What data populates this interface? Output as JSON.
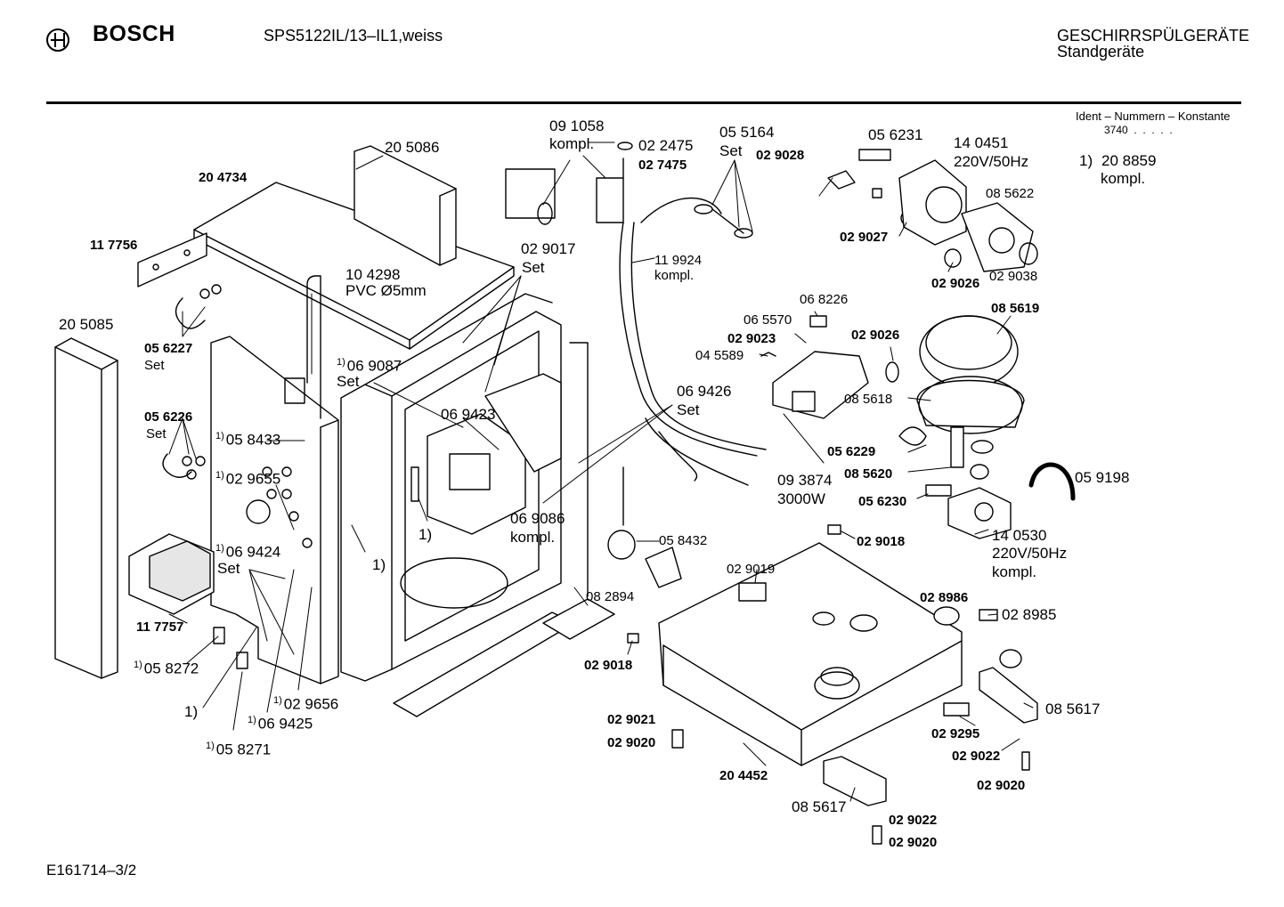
{
  "header": {
    "brand": "BOSCH",
    "model": "SPS5122IL/13–IL1,weiss",
    "category": "GESCHIRRSPÜLGERÄTE",
    "subcategory": "Standgeräte",
    "ident_title": "Ident – Nummern – Konstante",
    "ident_value": "3740  .  .  .  .  .",
    "footnote_mark": "1)",
    "footnote_part": "20 8859",
    "footnote_note": "kompl."
  },
  "footer": {
    "drawing_id": "E161714–3/2"
  },
  "parts": {
    "p205086": "20 5086",
    "p204734": "20 4734",
    "p117756": "11 7756",
    "p205085": "20 5085",
    "p056227": "05 6227",
    "set_a": "Set",
    "p056226": "05 6226",
    "set_b": "Set",
    "p104298": "10 4298",
    "pvc": "PVC Ø5mm",
    "fn_069087": "1)",
    "p069087": "06 9087",
    "set_c": "Set",
    "fn_058433": "1)",
    "p058433": "05 8433",
    "fn_029655": "1)",
    "p029655": "02 9655",
    "fn_069424": "1)",
    "p069424": "06 9424",
    "set_d": "Set",
    "p117757": "11 7757",
    "fn_058272": "1)",
    "p058272": "05 8272",
    "fn_lone1": "1)",
    "fn_029656": "1)",
    "p029656": "02 9656",
    "fn_069425": "1)",
    "p069425": "06 9425",
    "fn_058271": "1)",
    "p058271": "05 8271",
    "fn_mid": "1)",
    "fn_mid2": "1)",
    "p091058": "09 1058",
    "kompl_a": "kompl.",
    "p022475": "02 2475",
    "p027475": "02 7475",
    "p029017": "02 9017",
    "set_e": "Set",
    "p069423": "06 9423",
    "p119924": "11 9924",
    "kompl_b": "kompl.",
    "p055164": "05 5164",
    "set_f": "Set",
    "p069426": "06 9426",
    "set_g": "Set",
    "p069086": "06 9086",
    "kompl_c": "kompl.",
    "p058432": "05 8432",
    "p082894": "08 2894",
    "p029018a": "02 9018",
    "p029019": "02 9019",
    "p029018b": "02 9018",
    "p029021": "02 9021",
    "p029020a": "02 9020",
    "p204452": "20 4452",
    "p085617a": "08 5617",
    "p029022a": "02 9022",
    "p029020b": "02 9020",
    "p029028": "02 9028",
    "p056231": "05 6231",
    "p140451": "14 0451",
    "v220a": "220V/50Hz",
    "p085622": "08 5622",
    "p029027": "02 9027",
    "p029026a": "02 9026",
    "p029038": "02 9038",
    "p068226": "06 8226",
    "p065570": "06 5570",
    "p029023": "02 9023",
    "p045589": "04 5589",
    "p029026b": "02 9026",
    "p085619": "08 5619",
    "p085618": "08 5618",
    "p056229": "05 6229",
    "p093874": "09 3874",
    "w3000": "3000W",
    "p085620": "08 5620",
    "p056230": "05 6230",
    "p059198": "05 9198",
    "p140530": "14 0530",
    "v220b": "220V/50Hz",
    "kompl_d": "kompl.",
    "p028986": "02 8986",
    "p028985": "02 8985",
    "p085617b": "08 5617",
    "p029295": "02 9295",
    "p029022b": "02 9022",
    "p029020c": "02 9020"
  }
}
